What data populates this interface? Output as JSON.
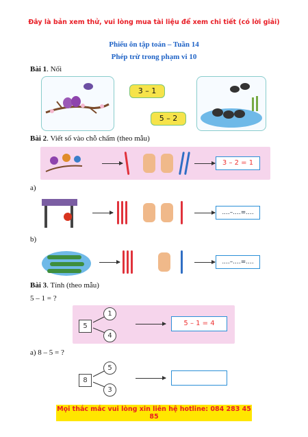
{
  "header": {
    "preview_notice": "Đây là bản xem thử, vui lòng mua tài liệu để xem chi tiết (có lời giải)"
  },
  "doc": {
    "title": "Phiếu ôn tập toán – Tuần 14",
    "subtitle": "Phép trừ trong phạm vi 10"
  },
  "bai1": {
    "label": "Bài 1",
    "text": ". Nối",
    "expr1": "3 – 1",
    "expr2": "5 – 2"
  },
  "bai2": {
    "label": "Bài 2",
    "text": ". Viết số vào chỗ chấm (theo mẫu)",
    "example_answer": "3 – 2 = 1",
    "a_label": "a)",
    "a_blank": "....–....=....",
    "b_label": "b)",
    "b_blank": "....–....=...."
  },
  "bai3": {
    "label": "Bài 3",
    "text": ". Tính (theo mẫu)",
    "example_question": "5 – 1 = ?",
    "ex_whole": "5",
    "ex_part1": "1",
    "ex_part2": "4",
    "ex_answer": "5 – 1 = 4",
    "a_question": "a) 8 – 5 = ?",
    "a_whole": "8",
    "a_part1": "5",
    "a_part2": "3"
  },
  "footer": {
    "hotline_notice": "Mọi thắc mắc vui lòng xin liên hệ hotline: 084 283 45 85"
  },
  "colors": {
    "title_blue": "#1f63c6",
    "banner_red": "#e81c24",
    "banner_yellow": "#ffe600",
    "panel_pink": "#f6d5ec"
  }
}
